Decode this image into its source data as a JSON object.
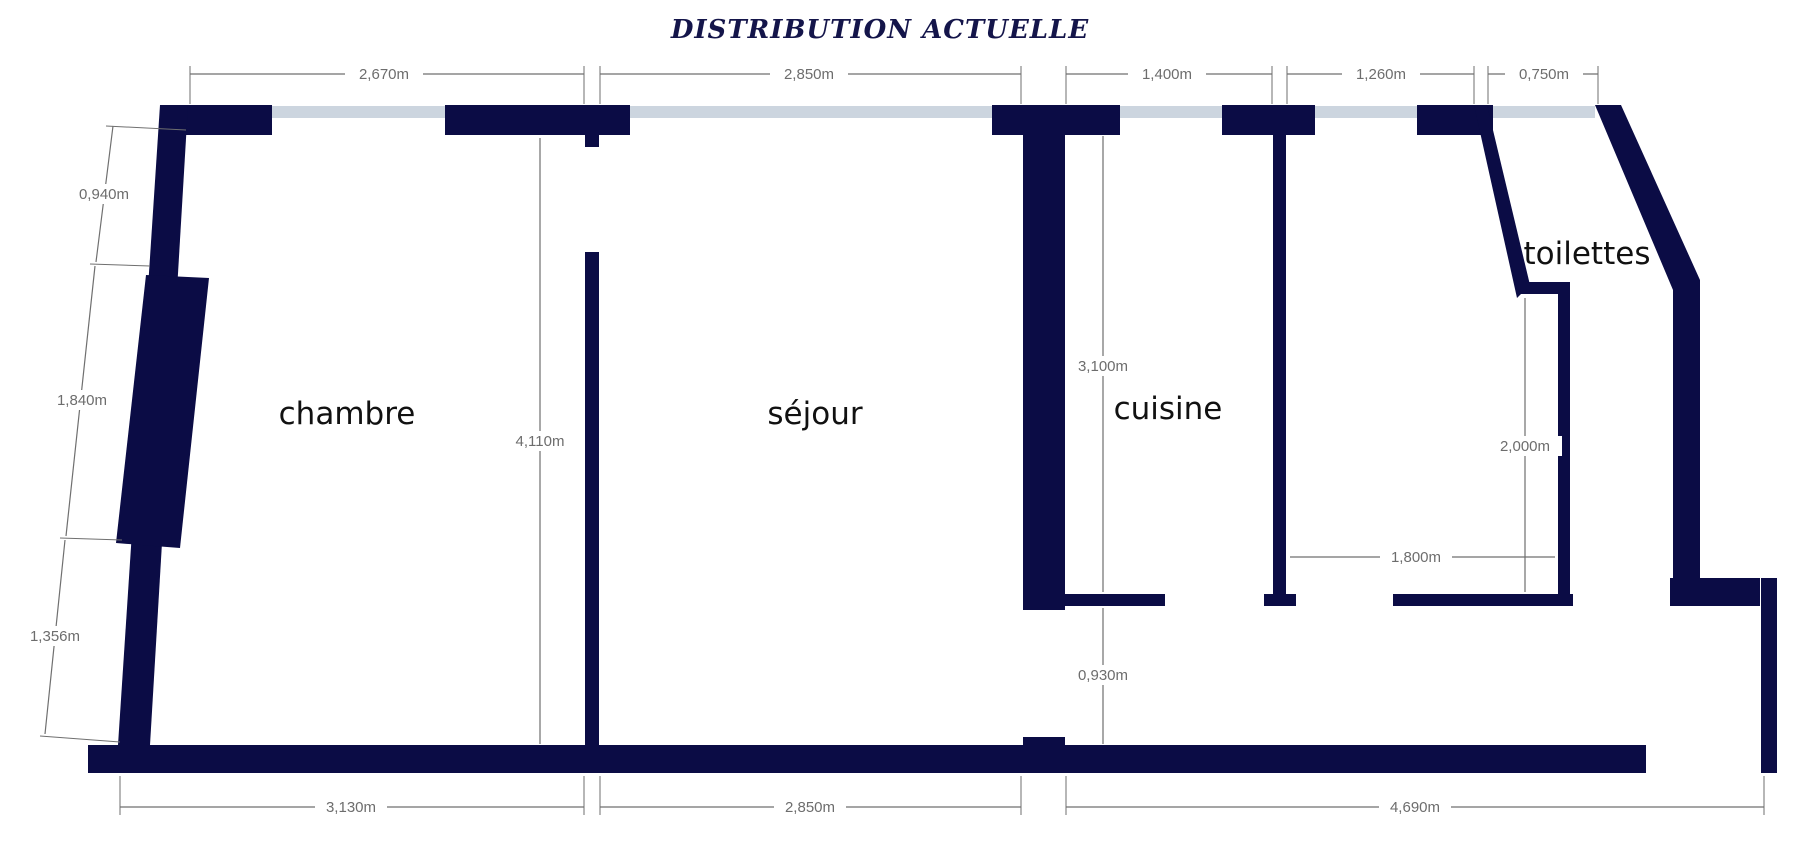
{
  "title": "DISTRIBUTION ACTUELLE",
  "rooms": {
    "chambre": "chambre",
    "sejour": "séjour",
    "cuisine": "cuisine",
    "toilettes": "toilettes"
  },
  "dimensions": {
    "top_chambre": "2,670m",
    "top_sejour": "2,850m",
    "top_cuisine": "1,400m",
    "top_mid": "1,260m",
    "top_toilettes": "0,750m",
    "left_top": "0,940m",
    "left_mid": "1,840m",
    "left_bottom": "1,356m",
    "chambre_depth": "4,110m",
    "cuisine_depth": "3,100m",
    "toilettes_depth": "2,000m",
    "corridor_width": "1,800m",
    "corridor_depth": "0,930m",
    "bottom_chambre": "3,130m",
    "bottom_sejour": "2,850m",
    "bottom_right": "4,690m"
  },
  "colors": {
    "wall": "#0b0c45",
    "window": "#ccd5df",
    "dimension": "#6f6f6f"
  }
}
